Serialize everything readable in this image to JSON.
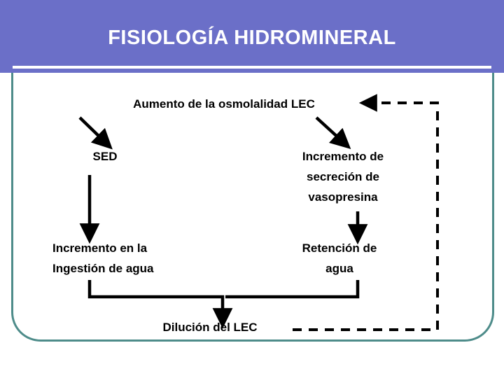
{
  "slide": {
    "title": "FISIOLOGÍA HIDROMINERAL",
    "title_bar_color": "#6b6fc8",
    "frame_color": "#4e8c8a",
    "text_color": "#000000",
    "background": "#ffffff"
  },
  "diagram": {
    "type": "flow",
    "nodes": [
      {
        "id": "osmolalidad",
        "label": "Aumento de la osmolalidad LEC"
      },
      {
        "id": "sed",
        "label": "SED"
      },
      {
        "id": "vasopresina",
        "label": "Incremento de\nsecreción de\nvasopresina"
      },
      {
        "id": "ingestion",
        "label": "Incremento en la\nIngestión de agua"
      },
      {
        "id": "retencion",
        "label": "Retención de\nagua"
      },
      {
        "id": "dilucion",
        "label": "Dilución del LEC"
      }
    ],
    "node_lines": {
      "vasopresina": [
        "Incremento de",
        "secreción de",
        "vasopresina"
      ],
      "ingestion": [
        "Incremento en la",
        "Ingestión de agua"
      ],
      "retencion": [
        "Retención de",
        "agua"
      ]
    },
    "edges": [
      {
        "from": "osmolalidad",
        "to": "sed",
        "style": "solid"
      },
      {
        "from": "osmolalidad",
        "to": "vasopresina",
        "style": "solid"
      },
      {
        "from": "sed",
        "to": "ingestion",
        "style": "solid"
      },
      {
        "from": "vasopresina",
        "to": "retencion",
        "style": "solid"
      },
      {
        "from": "ingestion",
        "to": "dilucion",
        "style": "solid"
      },
      {
        "from": "retencion",
        "to": "dilucion",
        "style": "solid"
      },
      {
        "from": "dilucion",
        "to": "osmolalidad",
        "style": "dashed"
      }
    ]
  }
}
